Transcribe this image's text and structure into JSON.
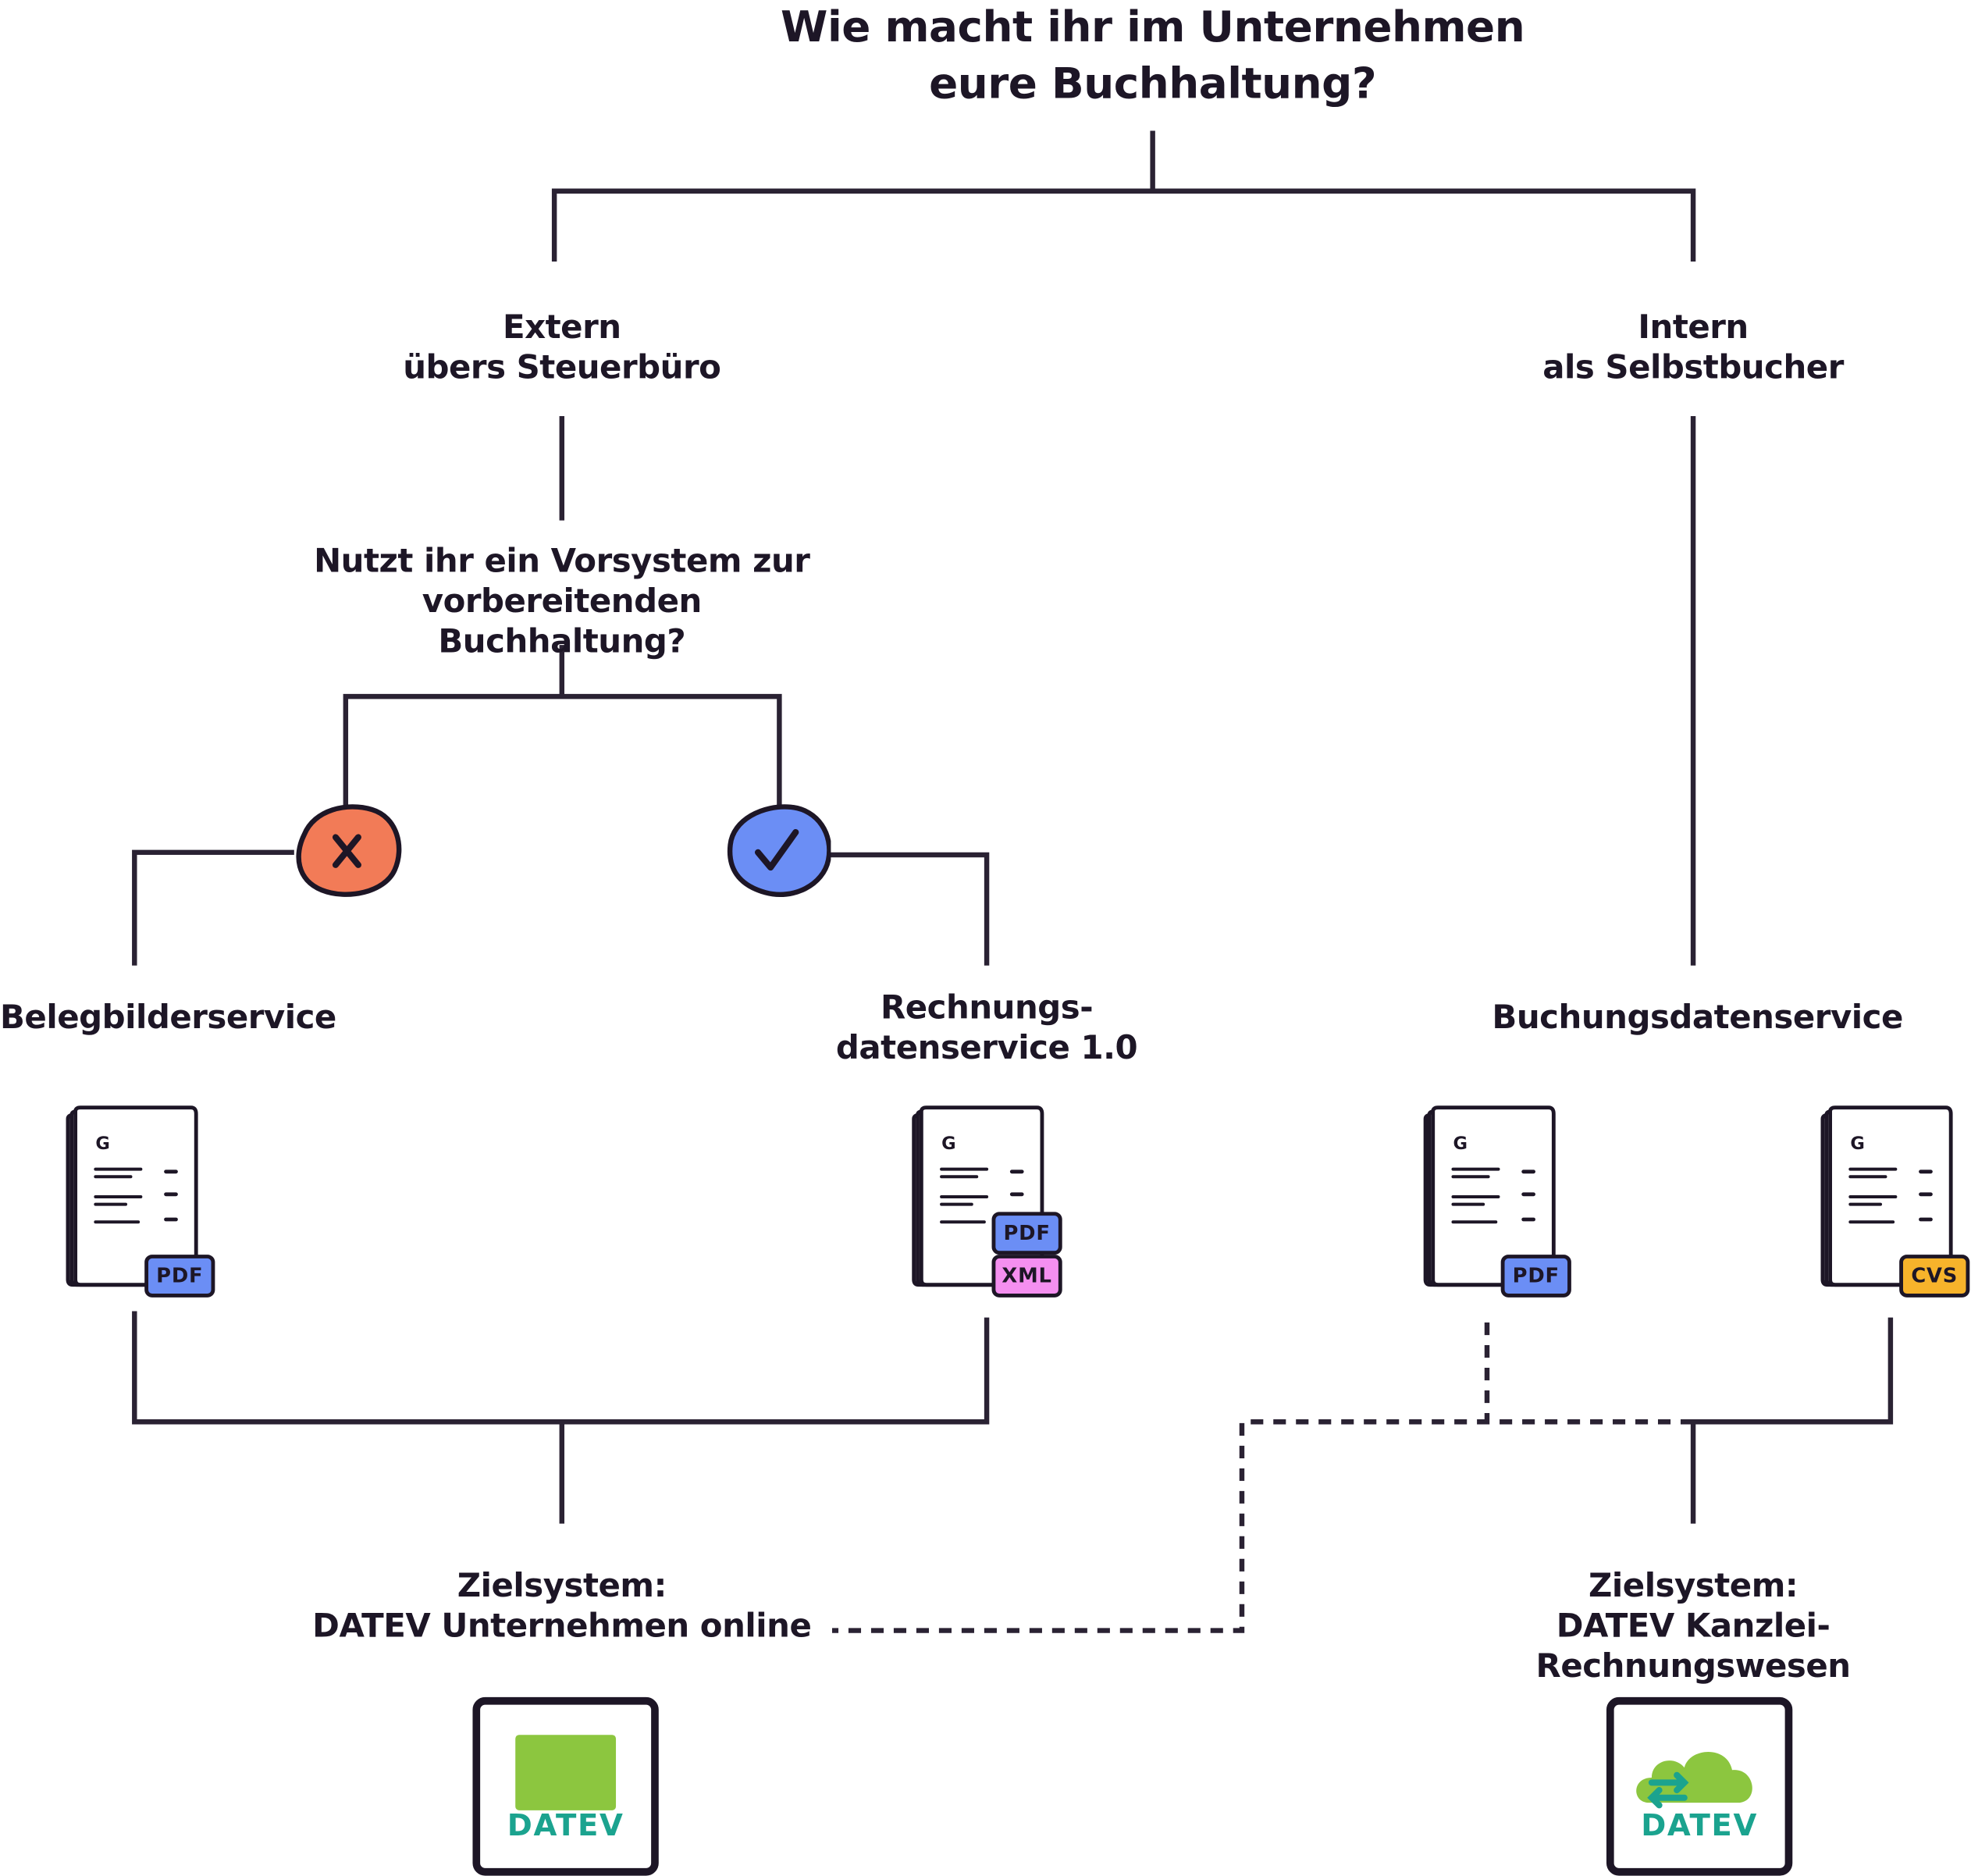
{
  "title": "Wie macht ihr im Unternehmen\neure Buchhaltung?",
  "branches": {
    "extern": "Extern\nübers Steuerbüro",
    "intern": "Intern\nals Selbstbucher"
  },
  "question": "Nutzt ihr ein Vorsystem zur\nvorbereitenden Buchhaltung?",
  "answers": {
    "no_icon": "x-icon",
    "yes_icon": "check-icon",
    "no_color": "#f27b57",
    "yes_color": "#6b8ef5"
  },
  "services": {
    "belegbilder": "Belegbilderservice",
    "rechnungsdaten": "Rechnungs-\ndatenservice 1.0",
    "buchungsdaten": "Buchungsdatenservice"
  },
  "documents": {
    "belegbilder": {
      "glyph": "G",
      "tags": [
        "PDF"
      ]
    },
    "rechnungsdaten": {
      "glyph": "G",
      "tags": [
        "PDF",
        "XML"
      ]
    },
    "buchungsdaten_pdf": {
      "glyph": "G",
      "tags": [
        "PDF"
      ]
    },
    "buchungsdaten_csv": {
      "glyph": "G",
      "tags": [
        "CVS"
      ]
    }
  },
  "tag_colors": {
    "PDF": "#6b8ef5",
    "XML": "#f48ff0",
    "CVS": "#f7b32b"
  },
  "targets": {
    "uo": "Zielsystem:\nDATEV Unternehmen online",
    "krw": "Zielsystem:\nDATEV Kanzlei-Rechnungswesen"
  },
  "logos": {
    "uo_word": "DATEV",
    "krw_word": "DATEV",
    "green": "#8cc63f",
    "teal": "#1ba38f"
  }
}
